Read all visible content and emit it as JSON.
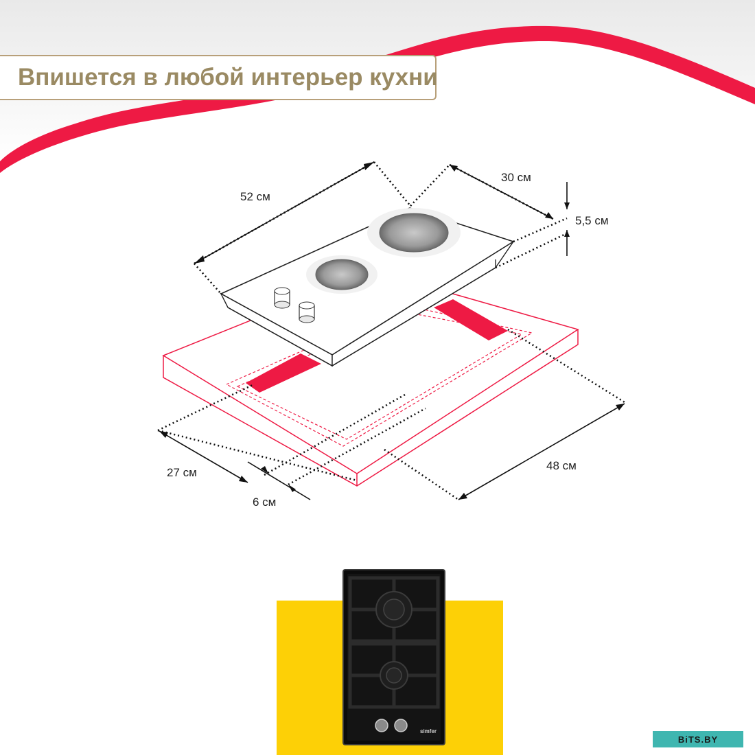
{
  "banner": {
    "title": "Впишется в любой интерьер кухни"
  },
  "dimensions": {
    "width_hob": "52 см",
    "depth_hob": "30 см",
    "height_hob": "5,5 см",
    "cutout_depth": "27 см",
    "cutout_offset": "6 см",
    "cutout_width": "48 см"
  },
  "product": {
    "brand": "simfer"
  },
  "watermark": {
    "text": "BiTS.BY"
  },
  "colors": {
    "accent_red": "#ee1a44",
    "title_text": "#9a8a63",
    "title_border": "#b8a07a",
    "yellow_block": "#fdd006",
    "watermark_bg": "#3fb6b0"
  }
}
